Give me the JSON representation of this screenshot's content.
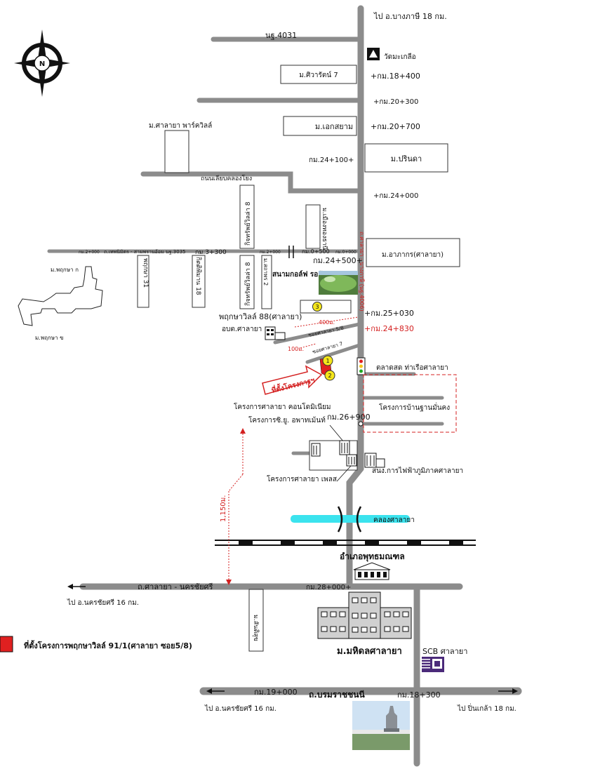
{
  "north": {
    "letter": "N"
  },
  "roads": {
    "top_dest": "ไป อ.บางภาษี 18 กม.",
    "nb4031": "นฐ.4031",
    "canal_road": "ถนนเลียบคลองโยง",
    "salaya_road": "ถ.ศาลายา - นครชัยศรี",
    "borom": "ถ.บรมราชชนนี",
    "left_dest_1": "ไป อ.นครชัยศรี 16 กม.",
    "left_dest_2": "ไป อ.นครชัยศรี 16 กม.",
    "right_dest": "ไป ปิ่นเกล้า 18 กม.",
    "side_road": "ถ.เทพนิมิตร - สามพรานอ้อม นฐ.3035",
    "side_km_a": "กม.2+000",
    "side_km_b": "กม.3+300",
    "side_km_c": "กม.2+000",
    "side_km_d": "กม.0+500",
    "side_km_e": "กม.0+000"
  },
  "km_markers": {
    "k1": "+กม.18+400",
    "k2": "+กม.20+300",
    "k3": "+กม.20+700",
    "k4": "กม.24+100+",
    "k5": "+กม.24+000",
    "k6": "กม.24+500+",
    "k7": "+กม.25+030",
    "k8": "+กม.24+830",
    "k9": "กม.26+900",
    "k10": "กม.28+000+",
    "k11": "กม.19+000",
    "k12": "กม.18+300"
  },
  "places": {
    "temple": "วัดมะเกลือ",
    "siwarat": "ม.ศิวารัตน์ 7",
    "ekkasayam": "ม.เอกสยาม",
    "salaya_park": "ม.ศาลายา พาร์ควิลล์",
    "parinda": "ม.ปรินดา",
    "phruksa_a": "ม.พฤกษา ก",
    "phruksa_b": "ม.พฤกษา ข",
    "phruksa_31": "พฤกษา 31",
    "kit_18": "กิตติพิมาน 18",
    "kit_upper": "กิจทรัพย์วิลล่า 8",
    "kit_lower": "กิจทรัพย์วิลล่า 8",
    "sathaporn_2": "ม.สถาพร 2",
    "mueang_thong": "ม.เมืองทองธานี",
    "arakorn": "ม.อาภากร(ศาลายา)",
    "golf": "สนามกอล์ฟ รอยัล(ส)",
    "phruksa_88": "พฤกษาวิลล์ 88(ศาลายา)",
    "orbortor": "อบต.ศาลายา",
    "soi_5": "ซอยศาลายา 5/8",
    "soi_7": "ซอยศาลายา 7",
    "dist_400": "400ม.",
    "dist_100": "100ม.",
    "dist_1150": "1,150ม.",
    "highway_vertical": "ถ.ศาลายา - บางภาษี (นฐ.4006)",
    "market": "ตลาดสด ท่าเรือศาลายา",
    "baan_project": "โครงการบ้านฐานมั่นคง",
    "project_here": "ที่ตั้งโครงการฯ",
    "condo": "โครงการศาลายา คอนโดมิเนียม",
    "apartment": "โครงการซิ.ยู. อพาทเม้นท์",
    "salaya_plus": "โครงการศาลายา เพลส",
    "pea": "สนง.การไฟฟ้าภูมิภาคศาลายา",
    "canal": "คลองศาลายา",
    "district": "อำเภอพุทธมณฑล",
    "mahidol": "ม.มหิดลศาลายา",
    "sansuk": "ม.สันติสุข",
    "scb": "SCB ศาลายา",
    "legend": "ที่ตั้งโครงการพฤกษาวิลล์ 91/1(ศาลายา ซอย5/8)",
    "badge_1": "1",
    "badge_2": "2",
    "badge_3": "3"
  },
  "colors": {
    "road": "#8c8c8c",
    "project": "#e02020",
    "canal": "#3be3ee",
    "badge": "#f5e61a",
    "route_red": "#d42020"
  }
}
